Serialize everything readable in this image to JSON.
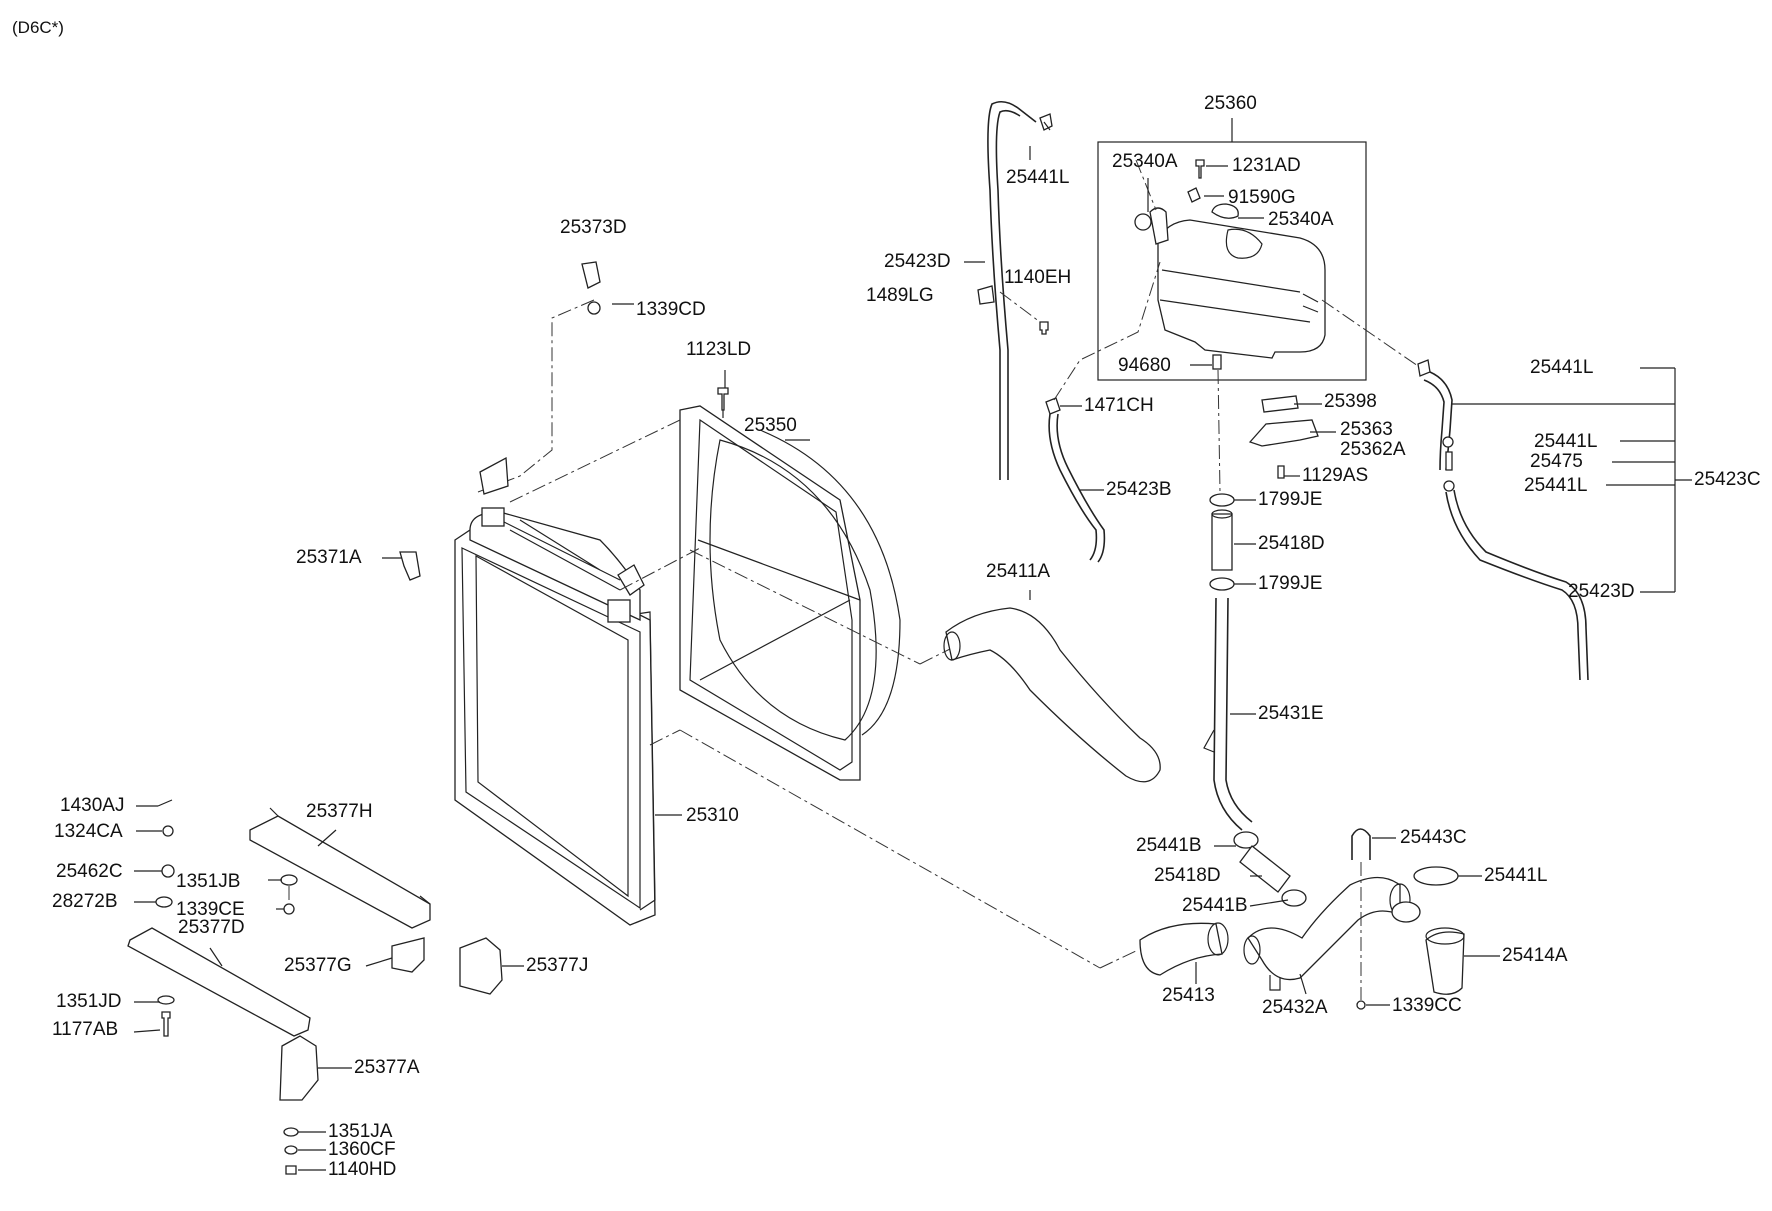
{
  "header": {
    "model_code": "(D6C*)"
  },
  "labels": {
    "p25360": "25360",
    "p25340A_1": "25340A",
    "p1231AD": "1231AD",
    "p91590G": "91590G",
    "p25340A_2": "25340A",
    "p94680": "94680",
    "p25441L_top": "25441L",
    "p25423D_left": "25423D",
    "p1140EH": "1140EH",
    "p1489LG": "1489LG",
    "p1471CH": "1471CH",
    "p25423B": "25423B",
    "p25373D": "25373D",
    "p1339CD": "1339CD",
    "p1123LD": "1123LD",
    "p25350": "25350",
    "p25371A": "25371A",
    "p25411A": "25411A",
    "p25398": "25398",
    "p25363": "25363",
    "p25362A": "25362A",
    "p1129AS": "1129AS",
    "p1799JE_1": "1799JE",
    "p25418D_1": "25418D",
    "p1799JE_2": "1799JE",
    "p25431E": "25431E",
    "p25441L_r1": "25441L",
    "p25441L_r2": "25441L",
    "p25475": "25475",
    "p25441L_r3": "25441L",
    "p25423C": "25423C",
    "p25423D_right": "25423D",
    "p25310": "25310",
    "p1430AJ": "1430AJ",
    "p1324CA": "1324CA",
    "p25377H": "25377H",
    "p25462C": "25462C",
    "p1351JB": "1351JB",
    "p28272B": "28272B",
    "p1339CE": "1339CE",
    "p25377D": "25377D",
    "p25377G": "25377G",
    "p25377J": "25377J",
    "p1351JD": "1351JD",
    "p1177AB": "1177AB",
    "p25377A": "25377A",
    "p1351JA": "1351JA",
    "p1360CF": "1360CF",
    "p1140HD": "1140HD",
    "p25441B_1": "25441B",
    "p25418D_2": "25418D",
    "p25441B_2": "25441B",
    "p25443C": "25443C",
    "p25441L_b": "25441L",
    "p25414A": "25414A",
    "p25413": "25413",
    "p25432A": "25432A",
    "p1339CC": "1339CC"
  }
}
